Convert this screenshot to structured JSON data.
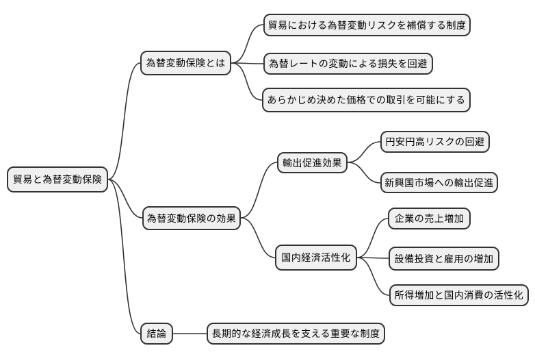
{
  "diagram": {
    "type": "mindmap",
    "title": "貿易と為替変動保険",
    "colors": {
      "node_fill": "#f0f0f0",
      "node_border": "#333333",
      "connector": "#333333",
      "background": "#ffffff",
      "text": "#000000"
    },
    "root": {
      "label": "貿易と為替変動保険"
    },
    "branches": [
      {
        "label": "為替変動保険とは",
        "leaves": [
          "貿易における為替変動リスクを補償する制度",
          "為替レートの変動による損失を回避",
          "あらかじめ決めた価格での取引を可能にする"
        ]
      },
      {
        "label": "為替変動保険の効果",
        "children": [
          {
            "label": "輸出促進効果",
            "leaves": [
              "円安円高リスクの回避",
              "新興国市場への輸出促進"
            ]
          },
          {
            "label": "国内経済活性化",
            "leaves": [
              "企業の売上増加",
              "設備投資と雇用の増加",
              "所得増加と国内消費の活性化"
            ]
          }
        ]
      },
      {
        "label": "結論",
        "leaves": [
          "長期的な経済成長を支える重要な制度"
        ]
      }
    ]
  }
}
